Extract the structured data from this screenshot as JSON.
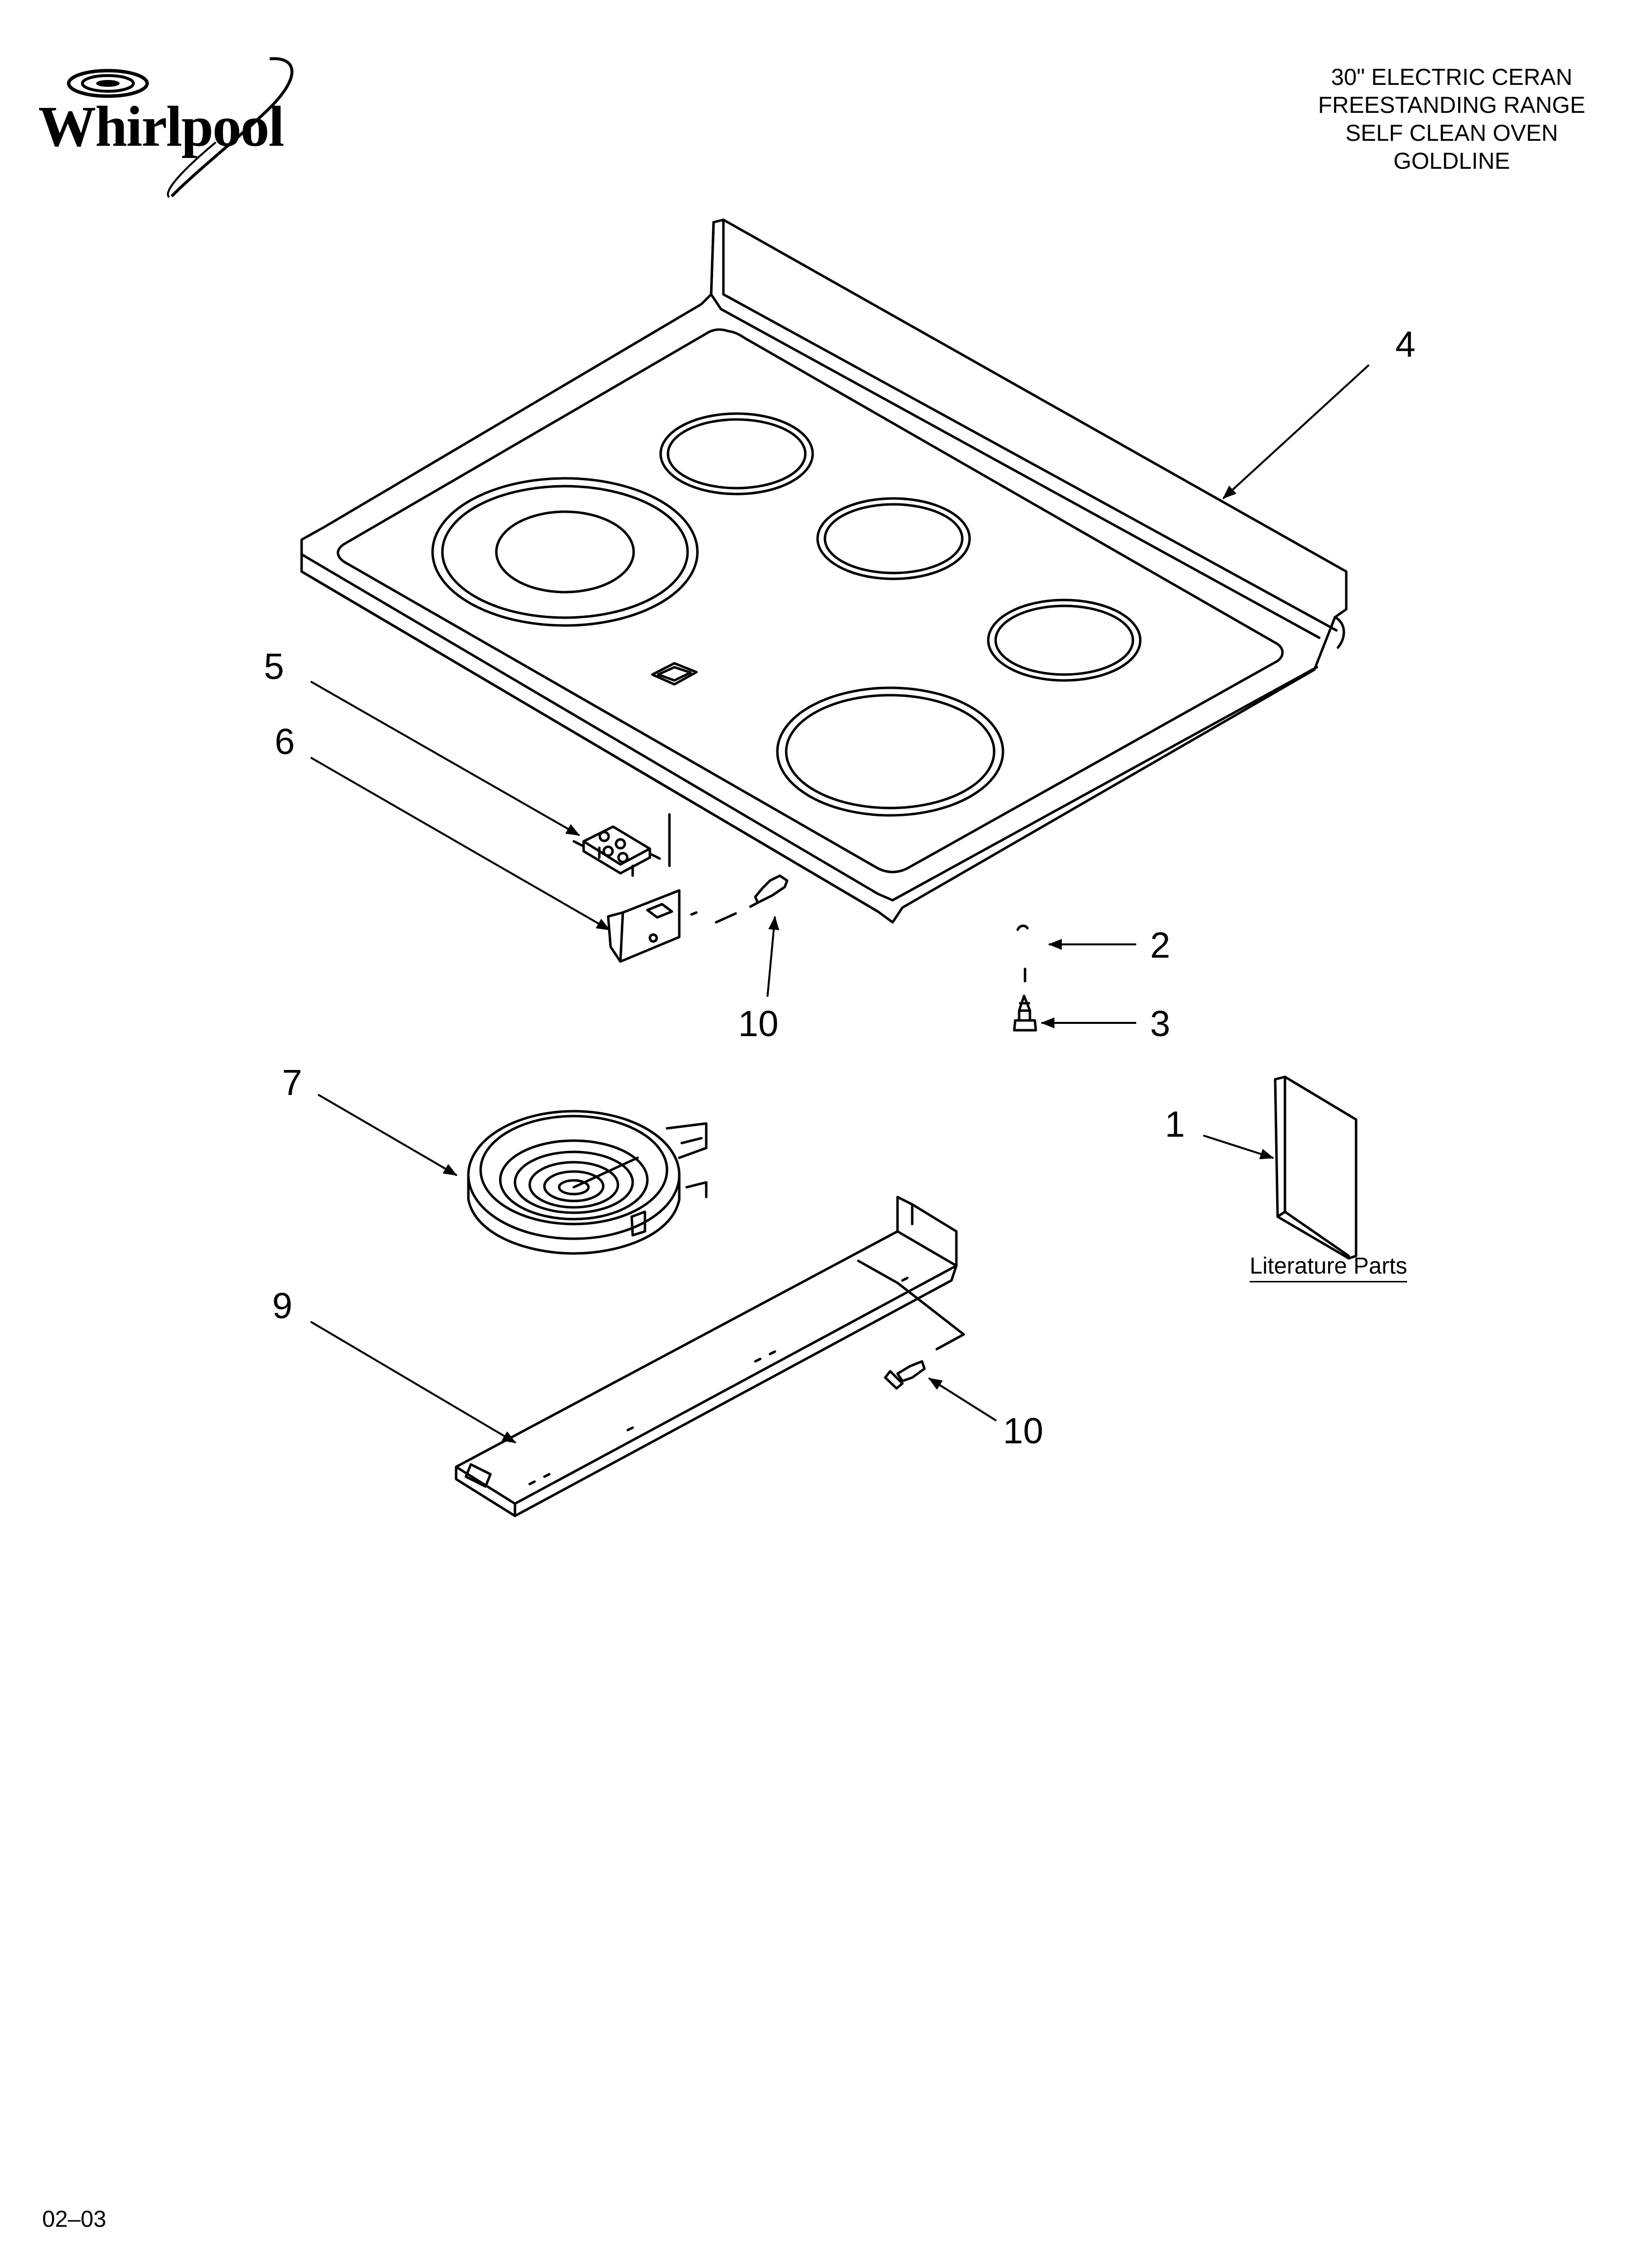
{
  "brand": {
    "name": "Whirlpool",
    "logo_icon": "whirlpool-swirl-icon"
  },
  "title": {
    "lines": [
      "30\" ELECTRIC CERAN",
      "FREESTANDING RANGE",
      "SELF CLEAN OVEN",
      "GOLDLINE"
    ]
  },
  "callouts": {
    "c1": "1",
    "c2": "2",
    "c3": "3",
    "c4": "4",
    "c5": "5",
    "c6": "6",
    "c7": "7",
    "c9": "9",
    "c10a": "10",
    "c10b": "10"
  },
  "literature": {
    "label": "Literature Parts"
  },
  "footer": {
    "date_code": "02–03"
  },
  "colors": {
    "line": "#000000",
    "background": "#ffffff"
  }
}
